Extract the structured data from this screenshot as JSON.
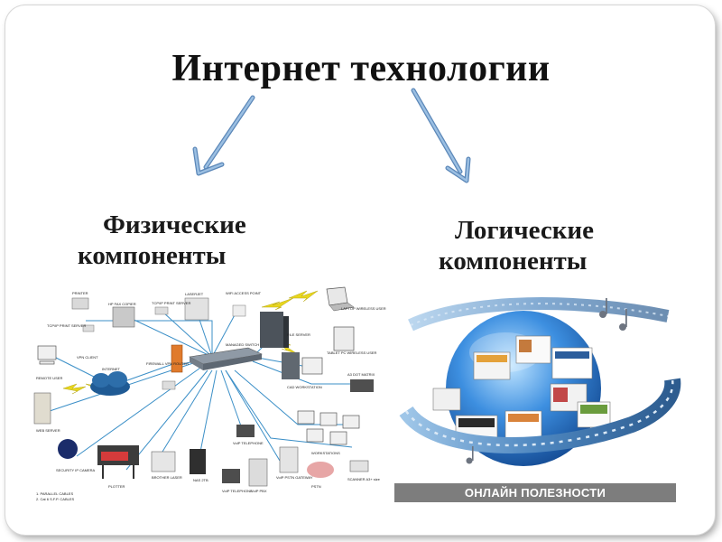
{
  "title": "Интернет технологии",
  "left_heading": {
    "line1": "Физические",
    "line2": "компоненты"
  },
  "right_heading": {
    "line1": "Логические",
    "line2": "компоненты"
  },
  "caption": "ОНЛАЙН ПОЛЕЗНОСТИ",
  "network_labels": {
    "printer": "PRINTER",
    "fax": "HP FAX COPIER",
    "tcpip_server": "TCP/IP PRINT SERVER",
    "laserjet": "LASERJET",
    "wifi": "WIFI ACCESS POINT",
    "laptop": "LAPTOP WIRELESS USER",
    "print_server": "TCP/IP PRINT SERVER",
    "vpn": "VPN CLIENT",
    "internet": "INTERNET",
    "firewall": "FIREWALL VPN ROUTER",
    "switch": "MANAGED SWITCH",
    "file_server": "FILE SERVER",
    "tablet": "TABLET PC WIRELESS USER",
    "remote": "REMOTE USER",
    "cad": "CAD WORKSTATION",
    "dotmatrix": "A3 DOT MATRIX",
    "web": "WEB SERVER",
    "voip_phone": "VoIP TELEPHONE",
    "workstations": "WORKSTATIONS",
    "camera": "SECURITY IP CAMERA",
    "plotter": "PLOTTER",
    "laser": "BROTHER LASER",
    "nas": "NAS 2TB",
    "voip_tel": "VoIP TELEPHONE",
    "pbx": "VoIP PBX",
    "gateway": "VoIP PSTN GATEWAY",
    "pstn": "PSTN",
    "scanner": "SCANNER A3+ size",
    "legend1": "1. PARALLEL CABLES",
    "legend2": "2. Cat 6 S.F.P. CABLES"
  },
  "colors": {
    "arrow": "#7fa6cf",
    "arrow_stroke": "#5b87b8",
    "caption_bg": "#7d7d7d",
    "cable": "#3b8fc7",
    "lightning": "#e8d61e",
    "globe": "#1d6fc4",
    "film": "#3f6e9a"
  }
}
